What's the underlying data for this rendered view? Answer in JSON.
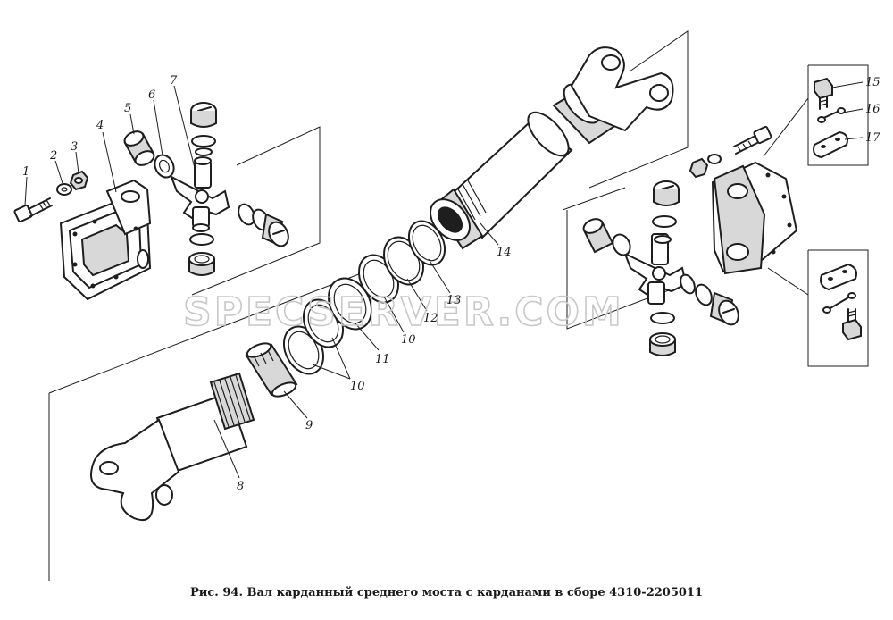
{
  "figure": {
    "caption": "Рис. 94. Вал карданный среднего моста с карданами в сборе 4310-2205011",
    "watermark": "SPECSERVER.COM"
  },
  "callouts": {
    "c1": "1",
    "c2": "2",
    "c3": "3",
    "c4": "4",
    "c5": "5",
    "c6": "6",
    "c7": "7",
    "c8": "8",
    "c9": "9",
    "c10a": "10",
    "c10b": "10",
    "c11": "11",
    "c12": "12",
    "c13": "13",
    "c14": "14",
    "c15": "15",
    "c16": "16",
    "c17": "17"
  },
  "colors": {
    "ink": "#1e1e1e",
    "watermark": "#c8c8c8",
    "background": "#ffffff"
  }
}
